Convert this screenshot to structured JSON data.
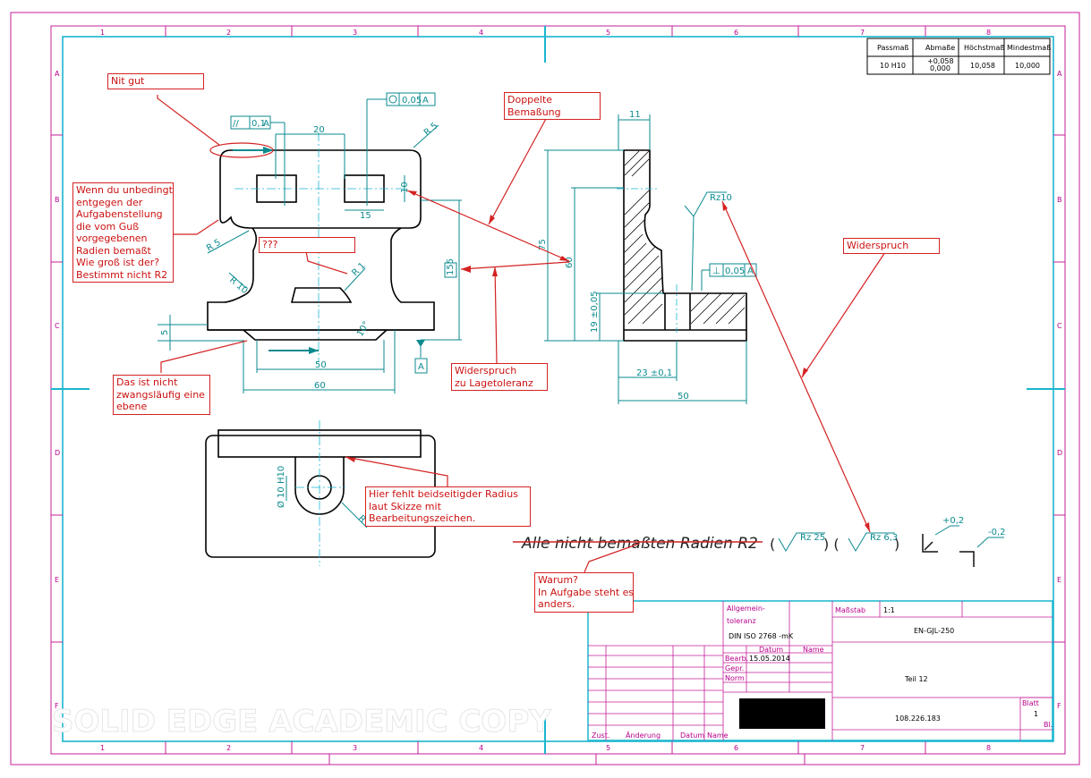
{
  "frame": {
    "columns": [
      "1",
      "2",
      "3",
      "4",
      "5",
      "6",
      "7",
      "8"
    ],
    "rows": [
      "A",
      "B",
      "C",
      "D",
      "E",
      "F"
    ]
  },
  "fit_table": {
    "headers": [
      "Passmaß",
      "Abmaße",
      "Höchstmaß",
      "Mindestmaß"
    ],
    "row": {
      "fit": "10 H10",
      "upper_dev": "+0,058",
      "lower_dev": "0,000",
      "max": "10,058",
      "min": "10,000"
    }
  },
  "annotations": {
    "nit_gut": "Nit gut",
    "doppelte": [
      "Doppelte",
      "Bemaßung"
    ],
    "wenn_du": [
      "Wenn du unbedingt",
      "entgegen der",
      "Aufgabenstellung",
      "die vom Guß",
      "vorgegebenen",
      "Radien bemaßt",
      "Wie groß ist der?",
      "Bestimmt nicht R2"
    ],
    "qqq": "???",
    "widerspruch": "Widerspruch",
    "widerspruch_lage": [
      "Widerspruch",
      "zu Lagetoleranz"
    ],
    "das_ist": [
      "Das ist nicht",
      "zwangsläufig eine",
      "ebene"
    ],
    "hier_fehlt": [
      "Hier fehlt beidseitigder Radius",
      "laut Skizze mit",
      "Bearbeitungszeichen."
    ],
    "warum": [
      "Warum?",
      "In Aufgabe steht es",
      "anders."
    ]
  },
  "dimensions": {
    "parallel_tol": "0,1",
    "parallel_datum": "A",
    "position_tol": "0,05",
    "position_datum": "A",
    "d20": "20",
    "d15": "15",
    "d10": "10",
    "r5_top": "R 5",
    "r5_left": "R 5",
    "r10": "R 10",
    "r1": "R 1",
    "d5": "5",
    "d155": "155",
    "d50": "50",
    "d60": "60",
    "datum_a": "A",
    "angle": "10°",
    "side_11": "11",
    "side_75": "75",
    "side_60": "60",
    "side_19": "19 ±0,05",
    "side_23": "23 ±0,1",
    "side_50": "50",
    "rz10": "Rz10",
    "perp_tol": "0,05",
    "perp_datum": "A",
    "bottom_hole": "Ø 10 H10",
    "bottom_r": "R"
  },
  "general_note": {
    "text": "Alle nicht bemaßten Radien R2",
    "rz25": "Rz 25",
    "rz63": "Rz 6,3",
    "plus": "+0,2",
    "minus": "-0,2"
  },
  "title_block": {
    "allgemein": [
      "Allgemein-",
      "toleranz"
    ],
    "din": "DIN ISO 2768 -mK",
    "massstab_label": "Maßstab",
    "massstab_value": "1:1",
    "material": "EN-GJL-250",
    "datum_header": "Datum",
    "name_header": "Name",
    "row_labels": [
      "Bearb.",
      "Gepr.",
      "Norm"
    ],
    "bearb_date": "15.05.2014",
    "part_title": "Teil 12",
    "drawing_number": "108.226.183",
    "blatt_label": "Blatt",
    "blatt_value": "1",
    "bl_label": "Bl.",
    "revision_headers": [
      "Zust.",
      "Änderung",
      "Datum",
      "Name"
    ]
  },
  "watermark": "SOLID EDGE ACADEMIC COPY"
}
